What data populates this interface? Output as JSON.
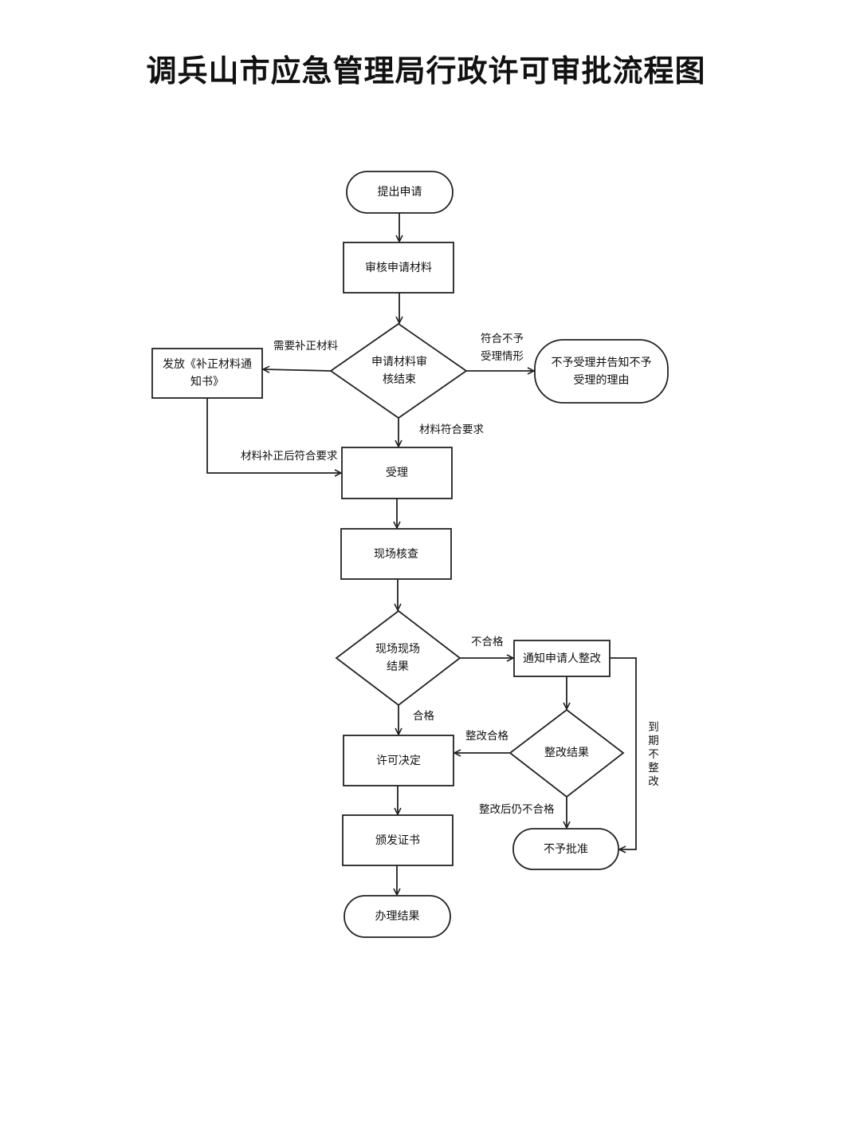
{
  "title": "调兵山市应急管理局行政许可审批流程图",
  "nodes": {
    "start": "提出申请",
    "review_materials": "审核申请材料",
    "review_done": "申请材料审核结束",
    "issue_notice": "发放《补正材料通知书》",
    "reject_notice": "不予受理并告知不予受理的理由",
    "accept": "受理",
    "site_check": "现场核查",
    "site_result": "现场现场结果",
    "notify_fix": "通知申请人整改",
    "fix_result": "整改结果",
    "decision": "许可决定",
    "issue_cert": "颁发证书",
    "not_approved": "不予批准",
    "end": "办理结果"
  },
  "labels": {
    "need_supplement": "需要补正材料",
    "not_acceptable": "符合不予受理情形",
    "meets_requirement": "材料符合要求",
    "supplemented_ok": "材料补正后符合要求",
    "unqualified": "不合格",
    "qualified": "合格",
    "fix_qualified": "整改合格",
    "still_unqualified": "整改后仍不合格",
    "overdue": "到期不整改"
  }
}
